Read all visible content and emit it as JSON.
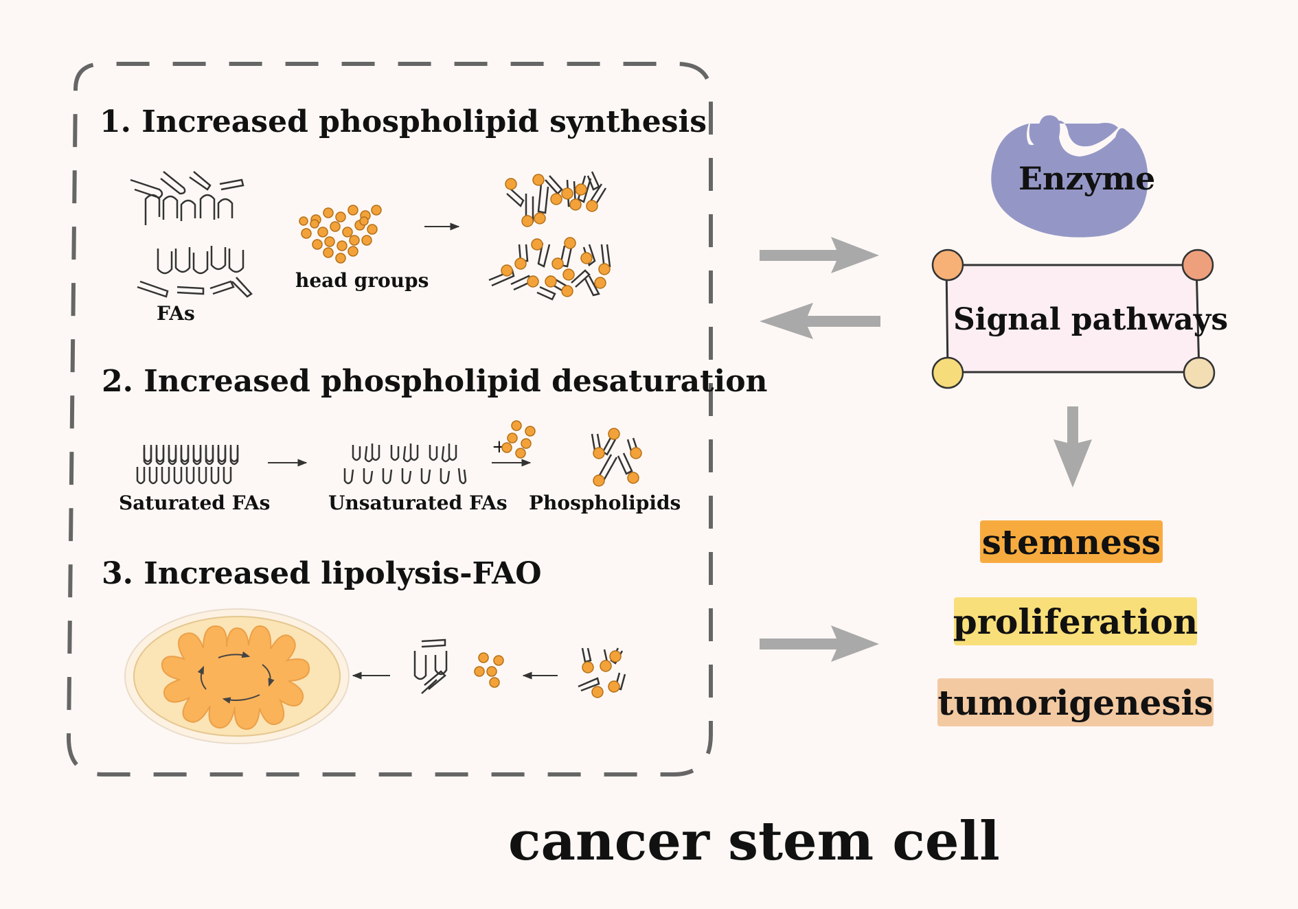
{
  "sections": [
    {
      "title": "1. Increased phospholipid synthesis",
      "labels": [
        "FAs",
        "head groups"
      ]
    },
    {
      "title": "2. Increased phospholipid desaturation",
      "labels": [
        "Saturated FAs",
        "Unsaturated FAs",
        "Phospholipids"
      ],
      "plus": "+"
    },
    {
      "title": "3. Increased lipolysis-FAO",
      "labels": []
    }
  ],
  "enzyme": {
    "label": "Enzyme",
    "color": "#9497c6"
  },
  "signal": {
    "label": "Signal pathways",
    "fill": "#fceef2",
    "corner_colors": [
      "#f7b176",
      "#eea07c",
      "#f6dc7b",
      "#f3ddb3"
    ]
  },
  "outcomes": [
    {
      "label": "stemness",
      "color": "#f7ab3f"
    },
    {
      "label": "proliferation",
      "color": "#f9df7a"
    },
    {
      "label": "tumorigenesis",
      "color": "#f3c9a2"
    }
  ],
  "footer": "cancer stem cell",
  "colors": {
    "head": "#f3a23a",
    "arrow": "#a9a9a9",
    "dash": "#666666",
    "mito_outer": "#fbe4b5",
    "mito_inner": "#fbb35a"
  }
}
